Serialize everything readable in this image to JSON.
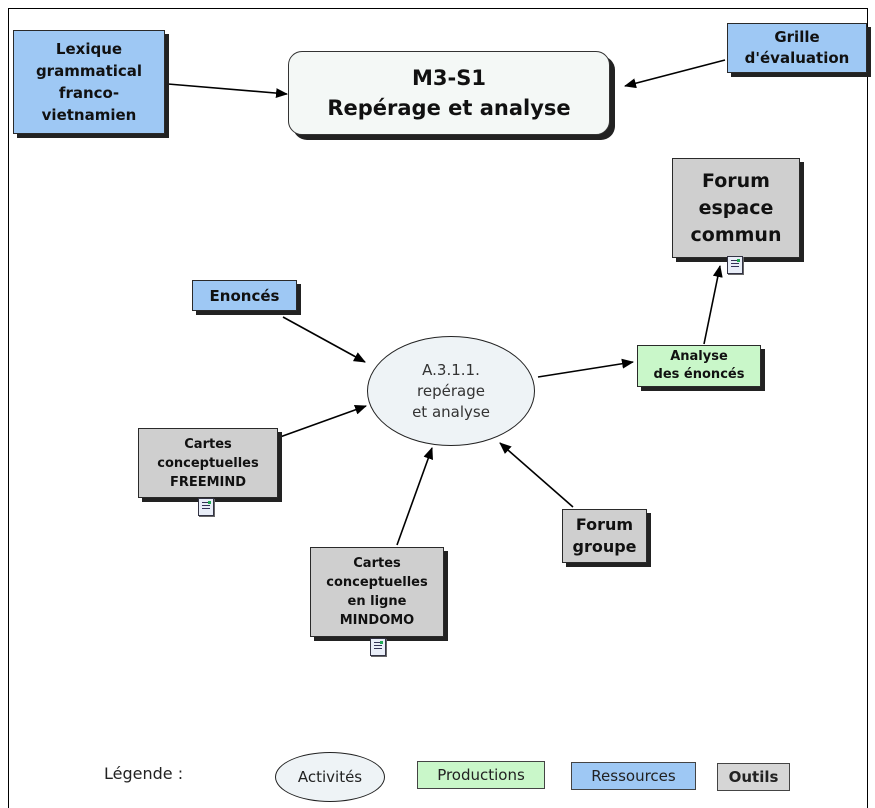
{
  "title": {
    "lines": [
      "M3-S1",
      "Repérage et analyse"
    ]
  },
  "resources": {
    "lexique": [
      "Lexique",
      "grammatical",
      "franco-",
      "vietnamien"
    ],
    "grille": [
      "Grille",
      "d'évaluation"
    ],
    "enonces": [
      "Enoncés"
    ]
  },
  "activity": [
    "A.3.1.1.",
    "repérage",
    "et analyse"
  ],
  "production": [
    "Analyse",
    "des énoncés"
  ],
  "tools": {
    "forum_commun": [
      "Forum",
      "espace",
      "commun"
    ],
    "freemind": [
      "Cartes",
      "conceptuelles",
      "FREEMIND"
    ],
    "mindomo": [
      "Cartes",
      "conceptuelles",
      "en ligne",
      "MINDOMO"
    ],
    "forum_groupe": [
      "Forum",
      "groupe"
    ]
  },
  "legend": {
    "label": "Légende :",
    "activites": "Activités",
    "productions": "Productions",
    "ressources": "Ressources",
    "outils": "Outils"
  },
  "colors": {
    "ressources": "#9ec8f4",
    "productions": "#c9f7c9",
    "outils": "#cfcfcf",
    "activites": "#eef3f6"
  },
  "icons": [
    "document-icon",
    "document-icon",
    "document-icon"
  ]
}
